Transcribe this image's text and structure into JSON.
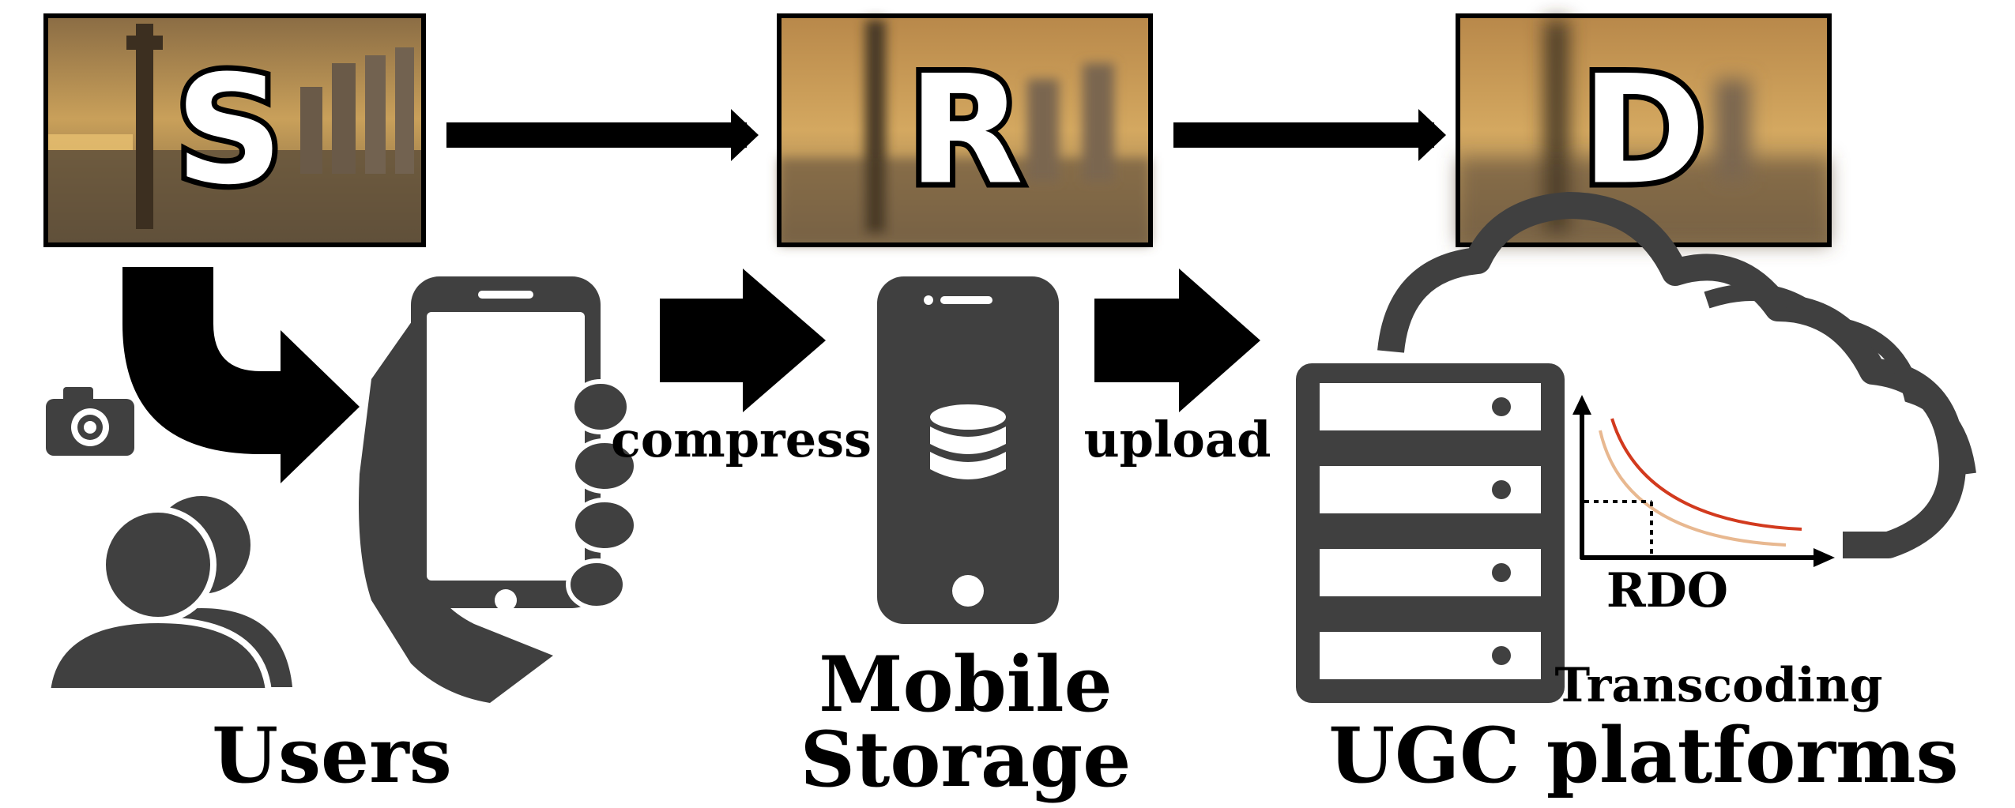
{
  "frames": {
    "source_letter": "S",
    "received_letter": "R",
    "decoded_letter": "D"
  },
  "labels": {
    "compress": "compress",
    "upload": "upload",
    "rdo": "RDO",
    "transcoding": "Transcoding"
  },
  "captions": {
    "users": "Users",
    "mobile_storage_line1": "Mobile",
    "mobile_storage_line2": "Storage",
    "ugc_platforms": "UGC platforms"
  },
  "colors": {
    "icon": "#404040",
    "arrow": "#000000",
    "rd_curve_upper": "#d23a1e",
    "rd_curve_lower": "#e8b890",
    "sky": "#c9a05a"
  }
}
